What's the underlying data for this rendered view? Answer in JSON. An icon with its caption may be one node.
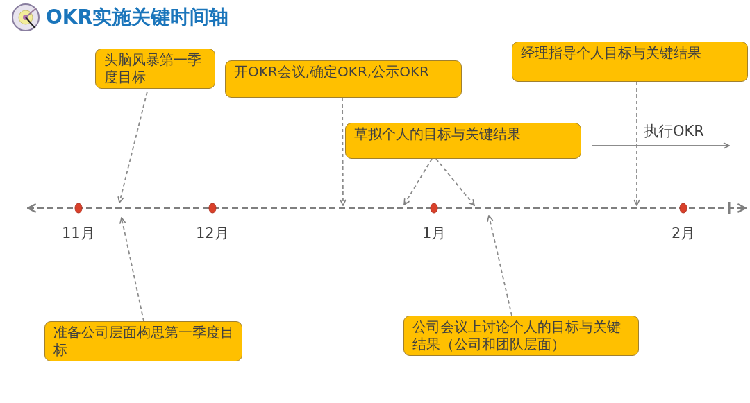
{
  "diagram": {
    "title": "OKR实施关键时间轴",
    "nodes": [
      {
        "text": [
          "头脑风暴第一季度目标"
        ]
      },
      {
        "text": [
          "开OKR会议,确定OKR,公示OKR"
        ]
      },
      {
        "text": [
          "草拟个人的目标与关键结果"
        ]
      },
      {
        "text": [
          "经理指导个人目标与关键结果"
        ]
      },
      {
        "text": [
          "准备公司层面构思第一季度目标"
        ]
      },
      {
        "text": [
          "公司会议上讨论个人的目标与关键结果（公司和团队层面）"
        ]
      }
    ],
    "edges": [
      {
        "from": 0,
        "to": null,
        "arrow": "to",
        "style": "dashed"
      },
      {
        "from": 1,
        "to": null,
        "arrow": "to",
        "style": "dashed"
      },
      {
        "from": 2,
        "to": null,
        "arrow": "to",
        "style": "dashed"
      },
      {
        "from": 2,
        "to": null,
        "arrow": "to",
        "style": "dashed"
      },
      {
        "from": 3,
        "to": null,
        "arrow": "to",
        "style": "dashed"
      },
      {
        "from": 4,
        "to": null,
        "arrow": "to",
        "style": "dashed"
      },
      {
        "from": 5,
        "to": null,
        "arrow": "to",
        "style": "dashed"
      }
    ],
    "labels": [
      "11月",
      "12月",
      "1月",
      "2月",
      "执行OKR"
    ]
  }
}
